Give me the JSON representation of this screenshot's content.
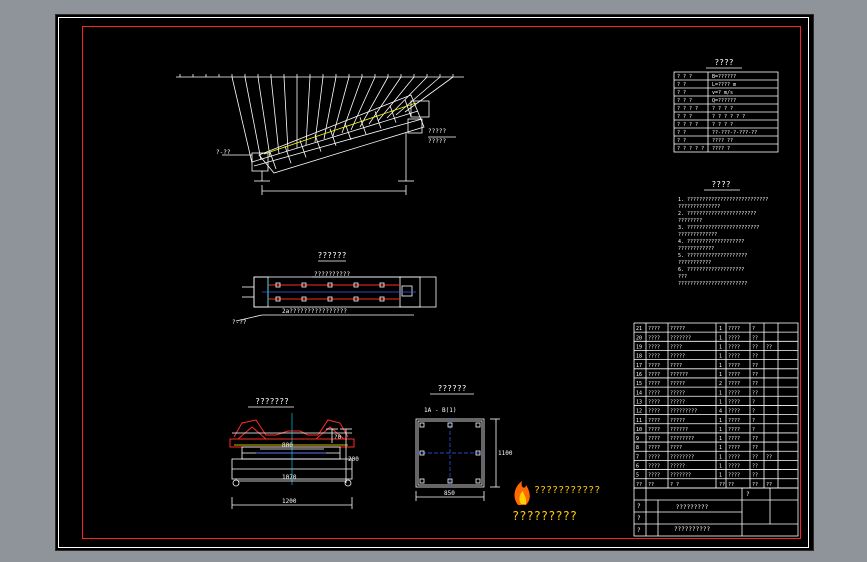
{
  "colors": {
    "background": "#8f949b",
    "canvas": "#000000",
    "frame": "#ff2020",
    "lines": "#ffffff",
    "accent_yellow": "#ffff00",
    "accent_blue": "#3a5bff",
    "logo_orange": "#ff6a00",
    "watermark": "#ffcc00"
  },
  "views": {
    "plan_title": "??????",
    "section_a_title": "???????",
    "section_b_title": "??????"
  },
  "plan": {
    "top_callout_label": "??????????",
    "bottom_dim": "2a????????????????"
  },
  "section_a": {
    "width_dim": "1070",
    "inner_dim": "800",
    "height_dim": "200",
    "bottom_dim": "1200"
  },
  "section_b": {
    "label": "1A - B(1)",
    "width_dim": "850",
    "height_dim": "1100"
  },
  "specs": {
    "title": "????",
    "rows": [
      [
        "? ? ?",
        "B=??????"
      ],
      [
        "? ?",
        "L=???? m"
      ],
      [
        "? ?",
        "v=? m/s"
      ],
      [
        "? ? ?",
        "Q=??????"
      ],
      [
        "? ? ? ?",
        "? ? ? ?"
      ],
      [
        "? ? ?",
        "? ? ? ? ? ?"
      ],
      [
        "? ? ? ?",
        "? ? ? ?"
      ],
      [
        "? ?",
        "??-???-?-???-??"
      ],
      [
        "? ?",
        "???? ??"
      ],
      [
        "? ? ? ? ?",
        "???? ?"
      ]
    ]
  },
  "notes": {
    "title": "????",
    "lines": [
      "1. ???????????????????????????",
      "   ??????????????",
      "2. ???????????????????????",
      "   ????????",
      "3. ????????????????????????",
      "   ?????????????",
      "4. ???????????????????",
      "   ????????????",
      "5. ????????????????????",
      "   ???????????",
      "6. ???????????????????",
      "???",
      "   ???????????????????????"
    ]
  },
  "bom": {
    "rows": [
      [
        "21",
        "????",
        "?????",
        "1",
        "????",
        "?",
        ""
      ],
      [
        "20",
        "????",
        "???????",
        "1",
        "????",
        "??",
        ""
      ],
      [
        "19",
        "????",
        "????",
        "1",
        "????",
        "??",
        "??"
      ],
      [
        "18",
        "????",
        "?????",
        "1",
        "????",
        "??",
        ""
      ],
      [
        "17",
        "????",
        "????",
        "1",
        "????",
        "??",
        ""
      ],
      [
        "16",
        "????",
        "??????",
        "1",
        "????",
        "??",
        ""
      ],
      [
        "15",
        "????",
        "?????",
        "2",
        "????",
        "??",
        ""
      ],
      [
        "14",
        "????",
        "?????",
        "1",
        "????",
        "??",
        ""
      ],
      [
        "13",
        "????",
        "?????",
        "1",
        "????",
        "?",
        ""
      ],
      [
        "12",
        "????",
        "?????????",
        "4",
        "????",
        "?",
        ""
      ],
      [
        "11",
        "????",
        "?????",
        "1",
        "????",
        "?",
        ""
      ],
      [
        "10",
        "????",
        "??????",
        "1",
        "????",
        "?",
        ""
      ],
      [
        "9",
        "????",
        "????????",
        "1",
        "????",
        "??",
        ""
      ],
      [
        "8",
        "????",
        "????",
        "1",
        "????",
        "??",
        ""
      ],
      [
        "7",
        "????",
        "????????",
        "1",
        "????",
        "??",
        "??"
      ],
      [
        "6",
        "????",
        "?????",
        "1",
        "????",
        "??",
        ""
      ],
      [
        "5",
        "????",
        "???????",
        "1",
        "????",
        "??",
        ""
      ]
    ],
    "header": [
      "??",
      "??",
      "? ?",
      "??",
      "??",
      "??",
      "??"
    ]
  },
  "title_block": {
    "drawing_title": "?????????",
    "drawing_number": "??????????",
    "row_labels": [
      "?",
      "?",
      "?",
      "?"
    ]
  },
  "watermark": {
    "line1": "???????????",
    "line2": "?????????"
  }
}
